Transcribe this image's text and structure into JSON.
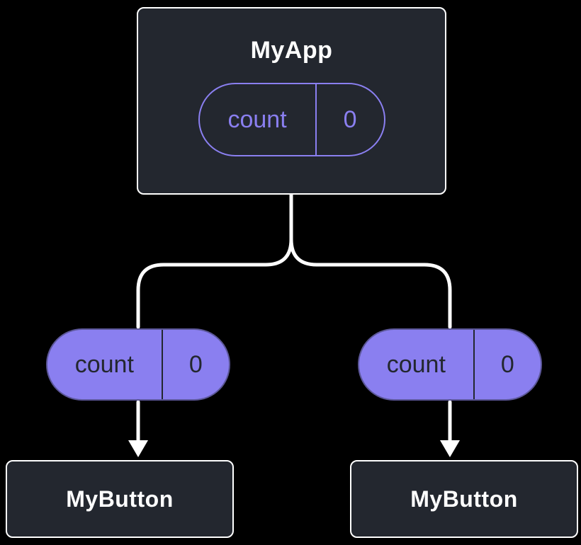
{
  "root": {
    "title": "MyApp",
    "state": {
      "name": "count",
      "value": "0"
    }
  },
  "children": [
    {
      "title": "MyButton",
      "prop": {
        "name": "count",
        "value": "0"
      }
    },
    {
      "title": "MyButton",
      "prop": {
        "name": "count",
        "value": "0"
      }
    }
  ],
  "colors": {
    "background": "#000000",
    "node_bg": "#23272f",
    "node_border": "#ffffff",
    "purple": "#8a7ff0",
    "pill_text_dark": "#23272f",
    "connector": "#ffffff"
  }
}
